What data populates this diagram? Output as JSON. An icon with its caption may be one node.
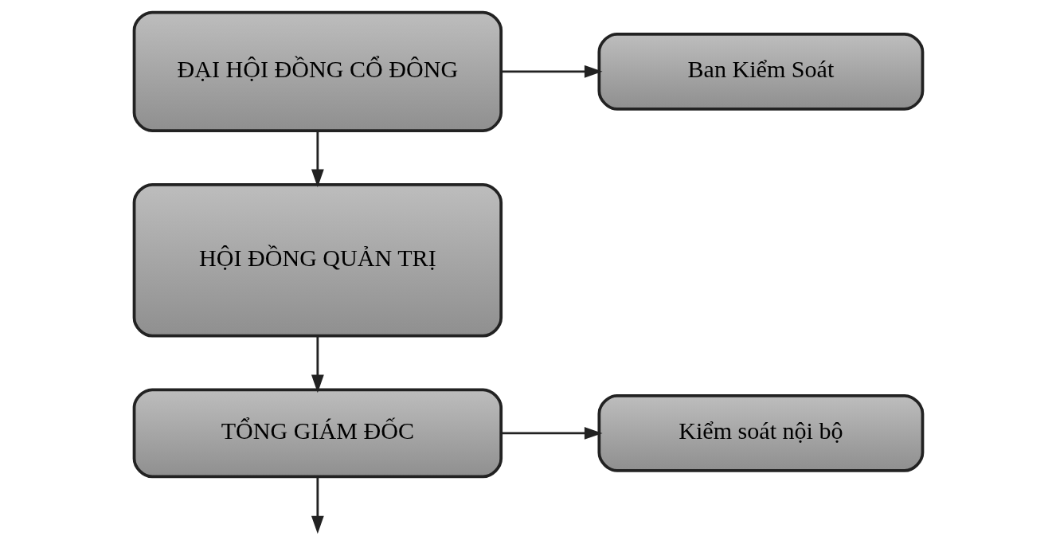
{
  "diagram": {
    "nodes": [
      {
        "text": [
          "ĐẠI HỘI ĐỒNG CỔ ĐÔNG"
        ]
      },
      {
        "text": [
          "Ban Kiểm Soát"
        ]
      },
      {
        "text": [
          "HỘI ĐỒNG QUẢN TRỊ"
        ]
      },
      {
        "text": [
          "Kiểm soát nội bộ"
        ]
      },
      {
        "text": [
          "TỔNG GIÁM ĐỐC"
        ]
      }
    ],
    "edges": [
      {
        "from": 0,
        "to": 1,
        "arrow": "to"
      },
      {
        "from": 0,
        "to": 2,
        "arrow": "to"
      },
      {
        "from": 2,
        "to": 4,
        "arrow": "to"
      },
      {
        "from": 4,
        "to": 3,
        "arrow": "to"
      },
      {
        "from": 4,
        "to": null,
        "arrow": "to"
      }
    ]
  }
}
